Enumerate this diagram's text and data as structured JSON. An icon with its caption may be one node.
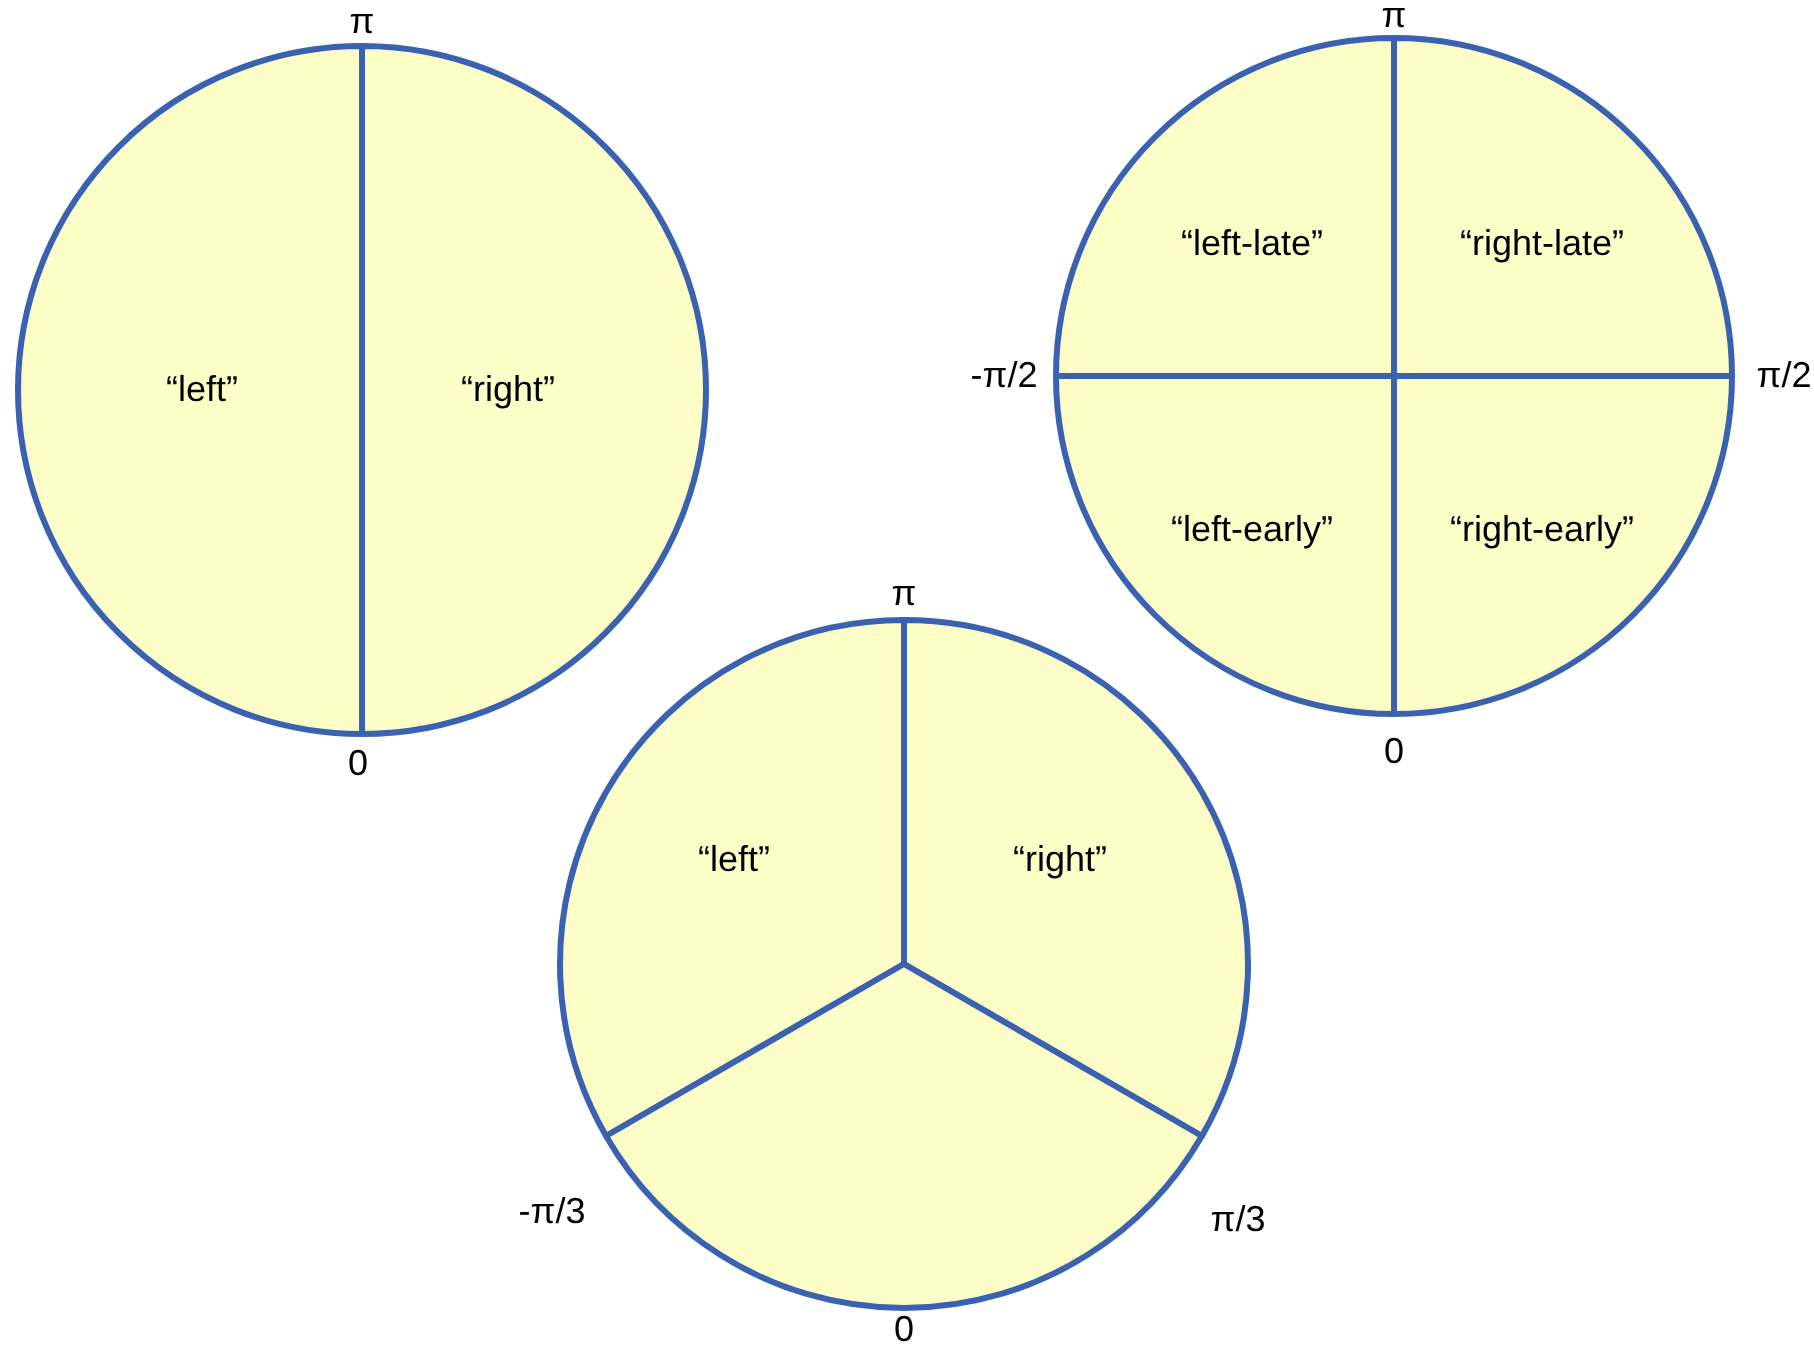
{
  "diagram": {
    "nodes": [
      {
        "text": [
          "“left”"
        ]
      },
      {
        "text": [
          "“right”"
        ]
      },
      {
        "text": [
          "“left-late”"
        ]
      },
      {
        "text": [
          "“right-late”"
        ]
      },
      {
        "text": [
          "“left-early”"
        ]
      },
      {
        "text": [
          "“right-early”"
        ]
      },
      {
        "text": [
          "“left”"
        ]
      },
      {
        "text": [
          "“right”"
        ]
      },
      {
        "text": [],
        "shape": "sector"
      }
    ],
    "edges": [],
    "labels": [
      "π",
      "π",
      "-π/2",
      "π/2",
      "0",
      "0",
      "π",
      "-π/3",
      "π/3",
      "0"
    ]
  }
}
